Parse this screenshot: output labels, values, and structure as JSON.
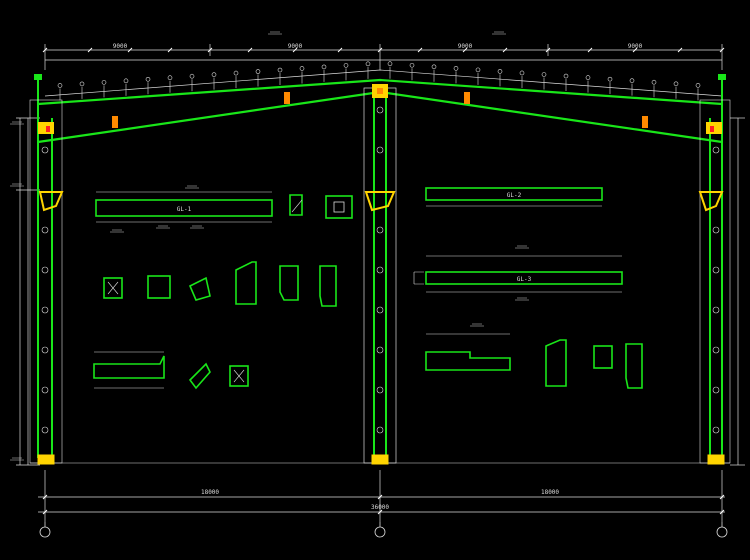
{
  "drawing": {
    "colors": {
      "background": "#000000",
      "member": "#19e619",
      "member_dark": "#0a8a0a",
      "dimension": "#e6e6e6",
      "accent_yellow": "#ffd400",
      "accent_red": "#ff2020",
      "accent_orange": "#ff8a00"
    },
    "labels": {
      "top_dim_left": "9000",
      "top_dim_mid_left": "9000",
      "top_dim_mid_right": "9000",
      "top_dim_right": "9000",
      "bay_left": "18000",
      "bay_right": "18000",
      "overall_span": "36000",
      "detail_beam_left": "GL-1",
      "detail_beam_right": "GL-2",
      "detail_beam_right2": "GL-3"
    }
  }
}
